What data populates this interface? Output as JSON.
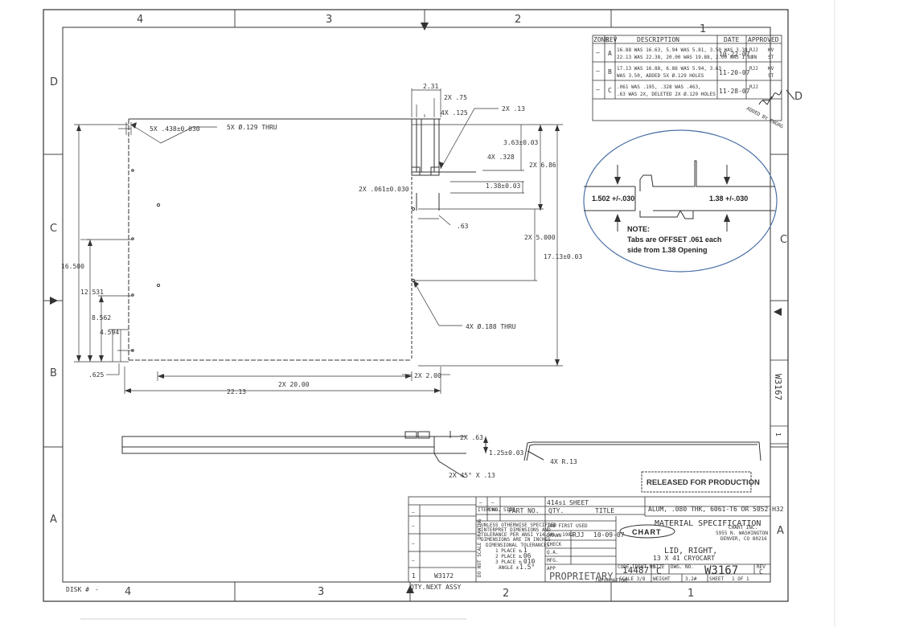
{
  "zones": {
    "top": [
      "4",
      "3",
      "2",
      "1"
    ],
    "bottom": [
      "4",
      "3",
      "2",
      "1"
    ],
    "left": [
      "D",
      "C",
      "B",
      "A"
    ],
    "right": [
      "D",
      "C",
      "A"
    ]
  },
  "revisions": {
    "headers": [
      "ZONE",
      "REV",
      "DESCRIPTION",
      "DATE",
      "APPROVED"
    ],
    "rows": [
      {
        "zone": "–",
        "rev": "A",
        "line1": "16.88 WAS 16.63, 5.94 WAS 5.81, 3.50 WAS 3.38,",
        "line2": "22.13 WAS 22.38, 20.00 WAS 19.88, 2.00 WAS 1.88",
        "date": "10-22-07",
        "appr1": "RJJ",
        "appr2": "KV",
        "appr3": "JN",
        "appr4": "ST"
      },
      {
        "zone": "–",
        "rev": "B",
        "line1": "17.13 WAS 16.88, 6.86 WAS 5.94, 3.63",
        "line2": "WAS 3.50, ADDED 5X Ø.129 HOLES",
        "date": "11-20-07",
        "appr1": "RJJ",
        "appr2": "KV",
        "appr3": "",
        "appr4": "ST"
      },
      {
        "zone": "–",
        "rev": "C",
        "line1": ".061 WAS .195, .328 WAS .463,",
        "line2": ".63 WAS 2X, DELETED 2X Ø.129 HOLES",
        "date": "11-28-07",
        "appr1": "RJJ",
        "appr2": "",
        "appr3": "",
        "appr4": ""
      }
    ]
  },
  "dims": {
    "d231": "2.31",
    "d75": "2X .75",
    "d125": "4X .125",
    "d13": "2X .13",
    "d438": "5X .438±0.030",
    "d129": "5X Ø.129 THRU",
    "d363": "3.63±0.03",
    "d328": "4X .328",
    "d686": "2X 6.86",
    "d061": "2X .061±0.030",
    "d138": "1.38±0.03",
    "d63": ".63",
    "d5000": "2X 5.000",
    "d1713": "17.13±0.03",
    "d16500": "16.500",
    "d12531": "12.531",
    "d8562": "8.562",
    "d4594": "4.594",
    "d625": ".625",
    "d188": "4X Ø.188 THRU",
    "d2000": "2X 20.00",
    "d200": "2X 2.00",
    "d2213": "22.13",
    "d63b": "2X .63",
    "d125b": "1.25±0.03",
    "d45": "2X 45° X .13",
    "dr13": "4X R.13"
  },
  "callout": {
    "left_dim": "1.502 +/-.030",
    "right_dim": "1.38 +/-.030",
    "note_title": "NOTE:",
    "note_line1": "Tabs are OFFSET .061 each",
    "note_line2": "side from 1.38 Opening"
  },
  "stamp": "RELEASED FOR PRODUCTION",
  "signature_note": "ADDED BY ENGRG",
  "side_label": "W3167",
  "side_label_small": "1",
  "disk": {
    "label": "DISK #",
    "value": "-"
  },
  "title_block": {
    "mass_label": "414si",
    "sheet_label": "SHEET",
    "material": "ALUM, .080 THK, 6061-T6 OR 5052-H32",
    "material_spec": "MATERIAL SPECIFICATION",
    "parts_headers": [
      "ITEM NO.",
      "DWG. SIZE",
      "PART NO.",
      "QTY.",
      "TITLE"
    ],
    "tolerance_lines": [
      "UNLESS OTHERWISE SPECIFIED",
      "INTERPRET DIMENSIONS AND",
      "TOLERANCE PER ANSI Y14.5M - 1982",
      "DIMENSIONS ARE IN INCHES",
      "DIMENSIONAL TOLERANCES"
    ],
    "tolerances": [
      {
        "label": "1 PLACE ±",
        "value": ".1"
      },
      {
        "label": "2 PLACE ±",
        "value": ".06"
      },
      {
        "label": "3 PLACE ±",
        "value": ".010"
      },
      {
        "label": "ANGLE ±",
        "value": "1.5°"
      }
    ],
    "side_text": "DO NOT SCALE DRAWING",
    "first_used": "JOB FIRST USED",
    "drawn_label": "DRAWN",
    "drawn_by": "RJJ",
    "drawn_date": "10-09-07",
    "check_label": "CHECK",
    "qa_label": "Q.A.",
    "mfg_label": "MFG.",
    "app_label": "APP",
    "company": "CHART",
    "company_lines": [
      "CHART INC.",
      "5955 N. WASHINGTON",
      "DENVER, CO 80216"
    ],
    "title_line1": "LID, RIGHT,",
    "title_line2": "13 X 41 CRYOCART",
    "proprietary": "PROPRIETARY",
    "info": "INFORMATION",
    "code_ident_label": "CODE IDENT NO.",
    "code_ident": "14487",
    "size_label": "SIZE",
    "size": "C",
    "dwg_no_label": "DWG. NO.",
    "dwg_no": "W3167",
    "rev_label": "REV",
    "rev": "C",
    "scale": "SCALE 3/8",
    "weight": "WEIGHT",
    "weight_val": "3.2#",
    "sheet": "SHEET",
    "sheet_of": "1 OF 1",
    "next_assy_qty": "1",
    "next_assy": "W3172",
    "qty_label": "QTY.",
    "next_assy_label": "NEXT ASSY",
    "dash": "–"
  }
}
